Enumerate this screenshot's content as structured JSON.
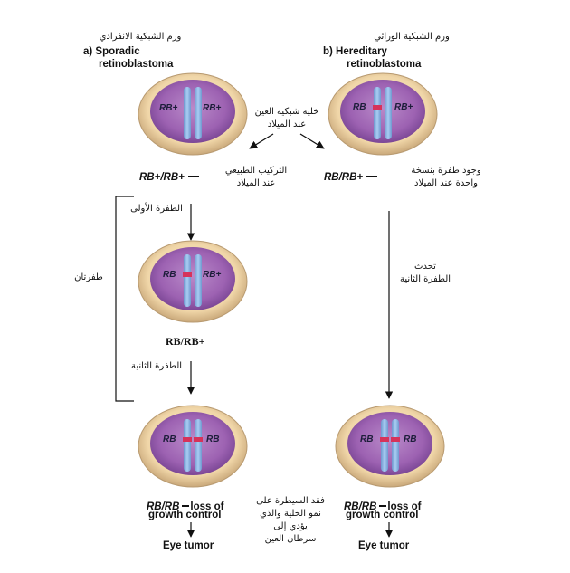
{
  "left": {
    "title_ar": "ورم الشبكية الانفرادي",
    "title_en_1": "a) Sporadic",
    "title_en_2": "retinoblastoma",
    "cell_top_label_left": "RB+",
    "cell_top_label_right": "RB+",
    "genotype_normal": "RB+/RB+",
    "normal_desc_ar_1": "التركيب الطبيعي",
    "normal_desc_ar_2": "عند الميلاد",
    "first_mutation_ar": "الطفرة الأولى",
    "cell_mid_label_left": "RB",
    "cell_mid_label_right": "RB+",
    "genotype_mid": "RB/RB+",
    "second_mutation_ar": "الطفرة الثانية",
    "two_mutations_ar": "طفرتان",
    "cell_bottom_label_left": "RB",
    "cell_bottom_label_right": "RB",
    "genotype_loss": "RB/RB",
    "loss_text_1": "loss of",
    "loss_text_2": "growth control",
    "eye_tumor": "Eye tumor"
  },
  "right": {
    "title_ar": "ورم الشبكية الوراثي",
    "title_en_1": "b) Hereditary",
    "title_en_2": "retinoblastoma",
    "cell_top_label_left": "RB",
    "cell_top_label_right": "RB+",
    "genotype_top": "RB/RB+",
    "top_desc_ar_1": "وجود طفرة بنسخة",
    "top_desc_ar_2": "واحدة عند الميلاد",
    "second_occurs_ar_1": "تحدث",
    "second_occurs_ar_2": "الطفرة الثانية",
    "cell_bottom_label_left": "RB",
    "cell_bottom_label_right": "RB",
    "genotype_loss": "RB/RB",
    "loss_text_1": "loss of",
    "loss_text_2": "growth control",
    "eye_tumor": "Eye tumor"
  },
  "center": {
    "retina_cell_ar_1": "خلية شبكية العين",
    "retina_cell_ar_2": "عند الميلاد",
    "loss_ar_1": "فقد السيطرة على",
    "loss_ar_2": "نمو الخلية والذي",
    "loss_ar_3": "يؤدي إلى",
    "loss_ar_4": "سرطان العين"
  },
  "colors": {
    "cell_outer": "#f1d9b0",
    "cell_inner": "#a268b4",
    "chromosome": "#8fb6e6",
    "mutation": "#d6335a"
  }
}
